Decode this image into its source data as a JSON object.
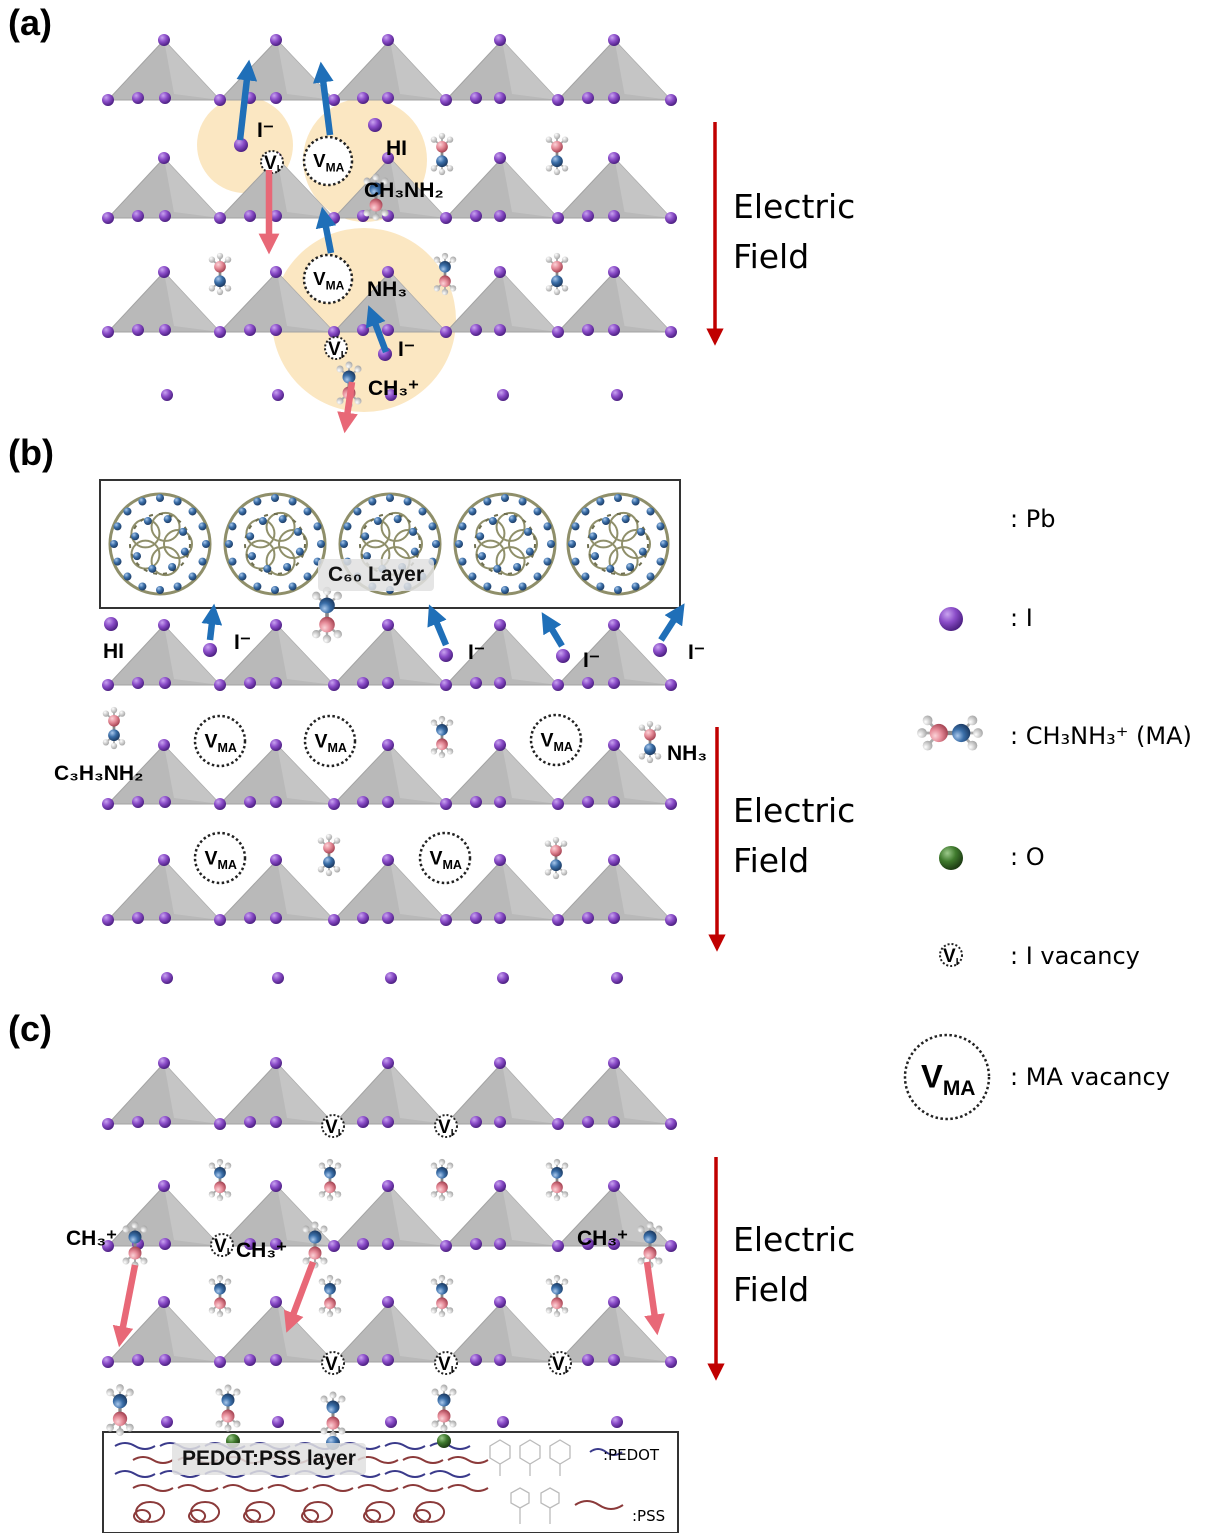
{
  "panels": {
    "a": "(a)",
    "b": "(b)",
    "c": "(c)"
  },
  "electric_field": {
    "line1": "Electric",
    "line2": "Field"
  },
  "legend": {
    "pb": ": Pb",
    "i": ": I",
    "ma": ": CH₃NH₃⁺ (MA)",
    "o": ": O",
    "i_vacancy": ": I vacancy",
    "ma_vacancy": ": MA vacancy"
  },
  "labels": {
    "i_minus": "I⁻",
    "hi": "HI",
    "ch3nh2": "CH₃NH₂",
    "nh3": "NH₃",
    "ch3_plus": "CH₃⁺",
    "c3h3nh2": "C₃H₃NH₂",
    "vma": "V",
    "vma_sub": "MA",
    "vi": "V",
    "vi_sub": "I"
  },
  "c60_label": "C₆₀  Layer",
  "pedot_label": "PEDOT:PSS layer",
  "pedot_legend": {
    "pedot": ":PEDOT",
    "pss": ":PSS"
  },
  "colors": {
    "iodine": "#7b3fb5",
    "octahedron": "#b9b9b9",
    "blue_arrow": "#1f6fb8",
    "red_arrow": "#e86877",
    "field_arrow": "#c00000",
    "highlight": "#fbe7c2",
    "oxygen": "#3b6b2a",
    "nitrogen": "#3a6ea8",
    "carbon": "#e58a97"
  }
}
